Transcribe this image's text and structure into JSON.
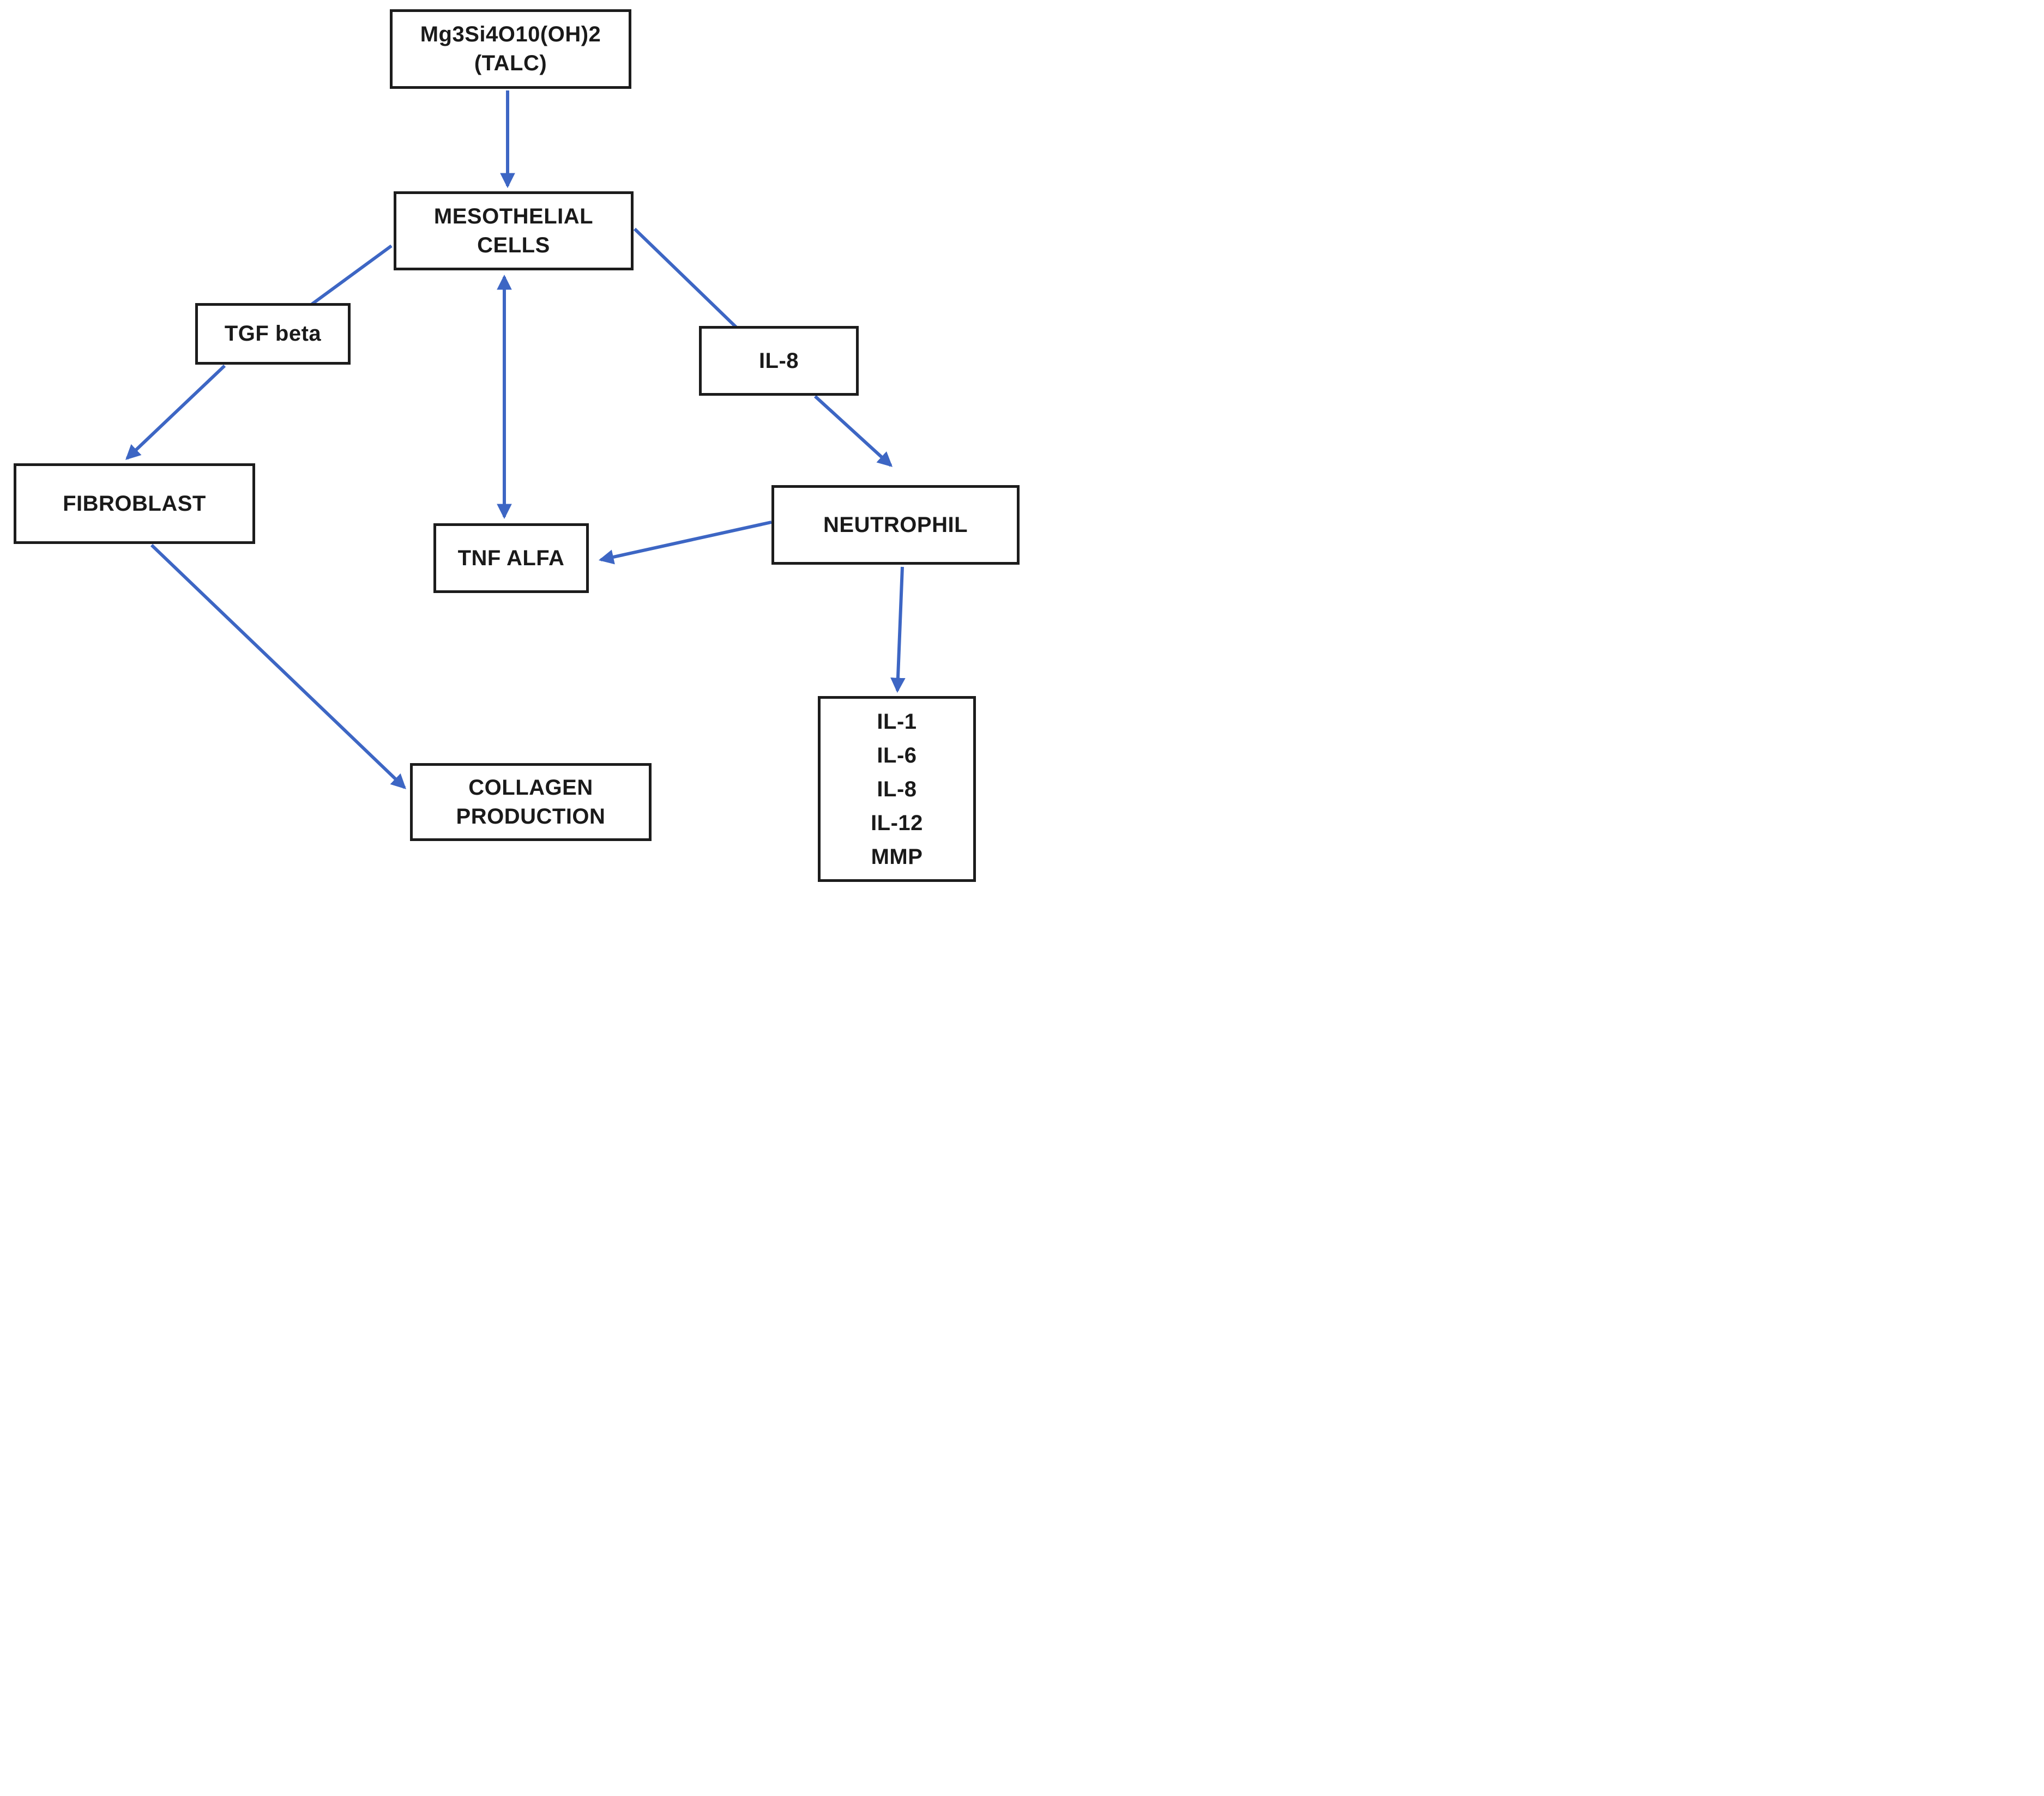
{
  "diagram": {
    "description": "Flowchart of talc (pleurodesis) mechanism of action",
    "background_color": "#ffffff",
    "box_border_color": "#1c1c1c",
    "arrow_color": "#3d66c4",
    "nodes": {
      "talc": {
        "label": "Mg3Si4O10(OH)2\n(TALC)"
      },
      "mesothelial": {
        "label": "MESOTHELIAL\nCELLS"
      },
      "tgf_beta": {
        "label": "TGF beta"
      },
      "il8": {
        "label": "IL-8"
      },
      "fibroblast": {
        "label": "FIBROBLAST"
      },
      "neutrophil": {
        "label": "NEUTROPHIL"
      },
      "tnf_alfa": {
        "label": "TNF ALFA"
      },
      "collagen_production": {
        "label": "COLLAGEN\nPRODUCTION"
      },
      "cytokines": {
        "label": "IL-1\nIL-6\nIL-8\nIL-12\nMMP"
      }
    },
    "edges": [
      {
        "from": "talc",
        "to": "mesothelial",
        "type": "arrow"
      },
      {
        "from": "mesothelial",
        "to": "tnf_alfa",
        "type": "double-arrow"
      },
      {
        "from": "mesothelial",
        "to": "tgf_beta",
        "type": "line"
      },
      {
        "from": "tgf_beta",
        "to": "fibroblast",
        "type": "arrow"
      },
      {
        "from": "mesothelial",
        "to": "il8",
        "type": "line"
      },
      {
        "from": "il8",
        "to": "neutrophil",
        "type": "arrow"
      },
      {
        "from": "neutrophil",
        "to": "tnf_alfa",
        "type": "arrow"
      },
      {
        "from": "neutrophil",
        "to": "cytokines",
        "type": "arrow"
      },
      {
        "from": "fibroblast",
        "to": "collagen_production",
        "type": "arrow"
      }
    ]
  }
}
